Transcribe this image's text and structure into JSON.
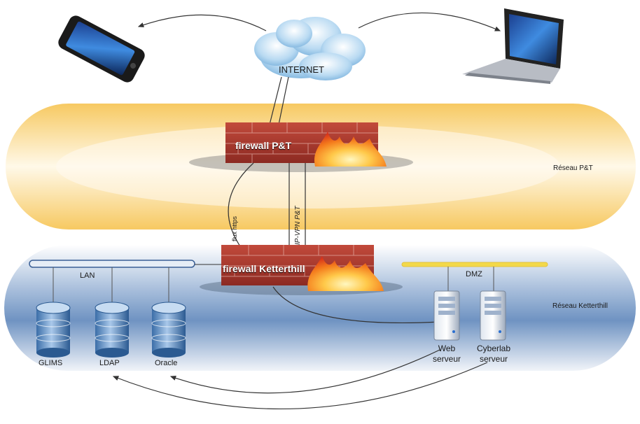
{
  "internet": {
    "label": "INTERNET"
  },
  "zones": {
    "pt": {
      "label": "Réseau P&T"
    },
    "ketterthill": {
      "label": "Réseau Ketterthill"
    }
  },
  "firewalls": {
    "pt": {
      "label": "firewall P&T"
    },
    "ketterthill": {
      "label": "firewall Ketterthill"
    }
  },
  "flows": {
    "https": {
      "label": "flux https"
    },
    "vpn": {
      "label": "IP-VPN P&T"
    }
  },
  "networks": {
    "lan": {
      "label": "LAN"
    },
    "dmz": {
      "label": "DMZ"
    }
  },
  "databases": [
    {
      "label": "GLIMS"
    },
    {
      "label": "LDAP"
    },
    {
      "label": "Oracle"
    }
  ],
  "servers": [
    {
      "label_line1": "Web",
      "label_line2": "serveur"
    },
    {
      "label_line1": "Cyberlab",
      "label_line2": "serveur"
    }
  ],
  "colors": {
    "pt_zone": "#f7d46a",
    "ketterthill_zone": "#6f93c2",
    "brick": "#a8332b",
    "dmz_bar": "#f3d94a",
    "lan_bar": "#dfe8f2"
  }
}
